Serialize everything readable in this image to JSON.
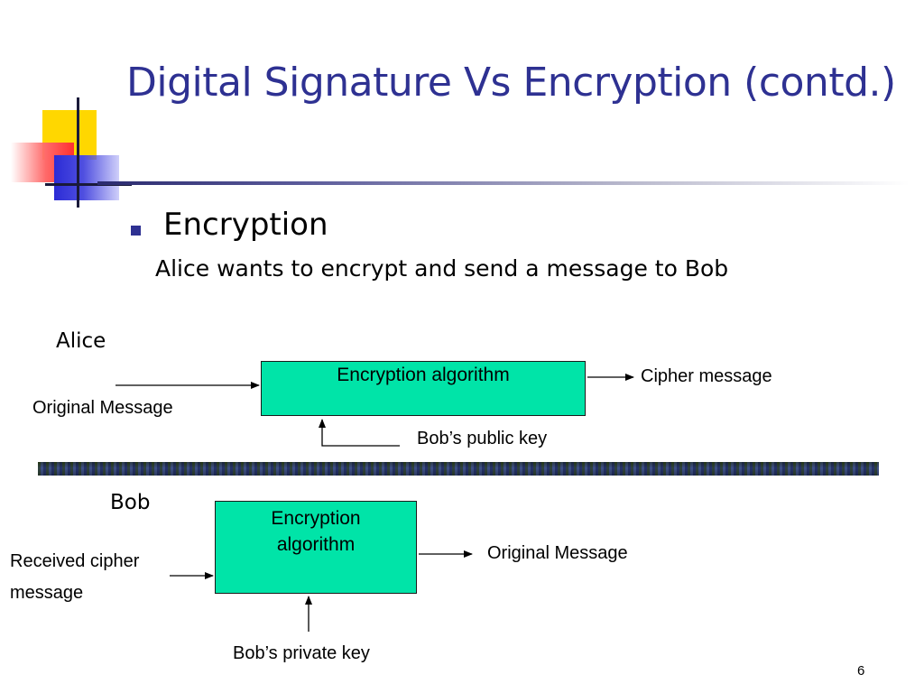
{
  "slide": {
    "title": "Digital Signature Vs Encryption (contd.)",
    "bullet": "Encryption",
    "subtitle": "Alice wants to encrypt and send a message to Bob",
    "page_number": "6"
  },
  "alice": {
    "label": "Alice",
    "input": "Original Message",
    "box": "Encryption algorithm",
    "output": "Cipher message",
    "key": "Bob’s public key"
  },
  "bob": {
    "label": "Bob",
    "input_line1": "Received cipher",
    "input_line2": "message",
    "box_line1": "Encryption",
    "box_line2": "algorithm",
    "output": "Original Message",
    "key": "Bob’s private key"
  },
  "colors": {
    "title": "#2e3192",
    "box_fill": "#00e4a8",
    "accent_yellow": "#ffd700",
    "accent_red": "#ff3030",
    "accent_blue": "#2b2bd6"
  }
}
